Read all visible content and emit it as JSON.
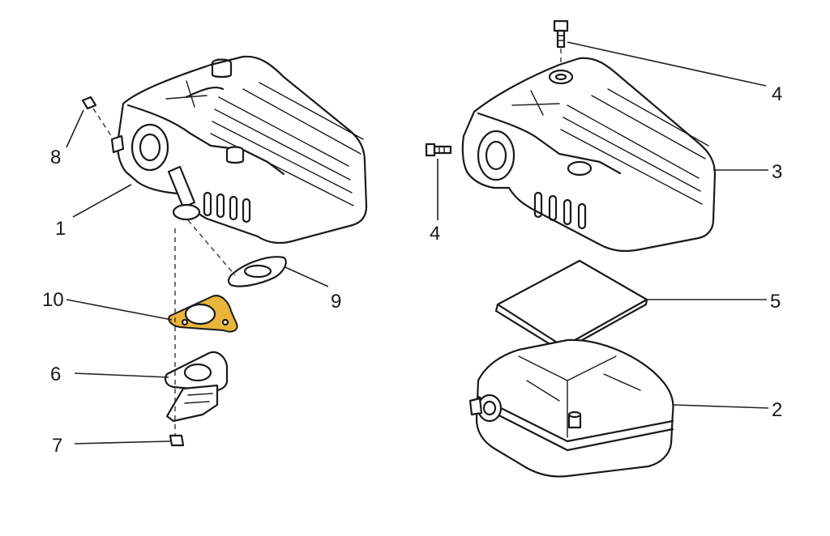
{
  "labels": {
    "l1": "1",
    "l2": "2",
    "l3": "3",
    "l4a": "4",
    "l4b": "4",
    "l5": "5",
    "l6": "6",
    "l7": "7",
    "l8": "8",
    "l9": "9",
    "l10": "10"
  },
  "colors": {
    "highlight_line": "#d8262d",
    "highlight_gasket": "#e9b53a",
    "ink": "#1a1a1a"
  }
}
